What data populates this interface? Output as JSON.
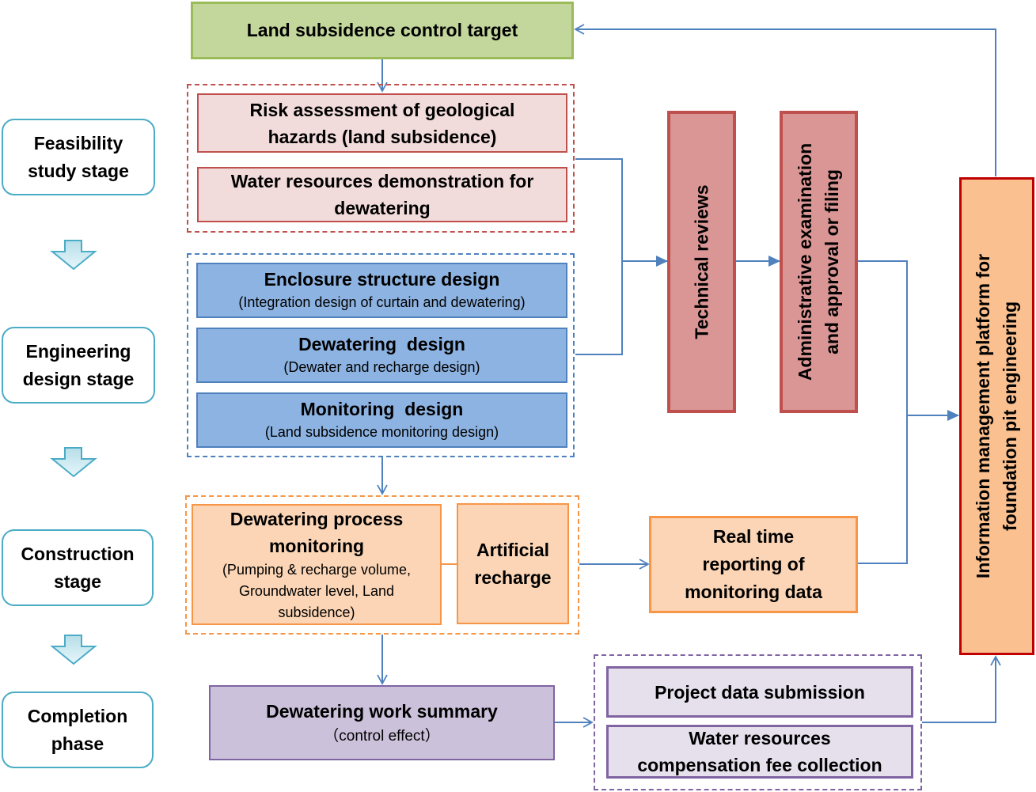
{
  "stages": [
    {
      "label_line1": "Feasibility",
      "label_line2": "study stage"
    },
    {
      "label_line1": "Engineering",
      "label_line2": "design stage"
    },
    {
      "label_line1": "Construction",
      "label_line2": "stage"
    },
    {
      "label_line1": "Completion",
      "label_line2": "phase"
    }
  ],
  "target": {
    "label": "Land subsidence control target"
  },
  "feasibility_group": {
    "items": [
      {
        "line1": "Risk assessment of geological",
        "line2": "hazards (land subsidence)"
      },
      {
        "line1": "Water resources demonstration for",
        "line2": "dewatering"
      }
    ]
  },
  "design_group": {
    "items": [
      {
        "title": "Enclosure structure design",
        "subtitle": "(Integration design of curtain and dewatering)"
      },
      {
        "title": "Dewatering  design",
        "subtitle": "(Dewater and recharge design)"
      },
      {
        "title": "Monitoring  design",
        "subtitle": "(Land subsidence monitoring design)"
      }
    ]
  },
  "construction_group": {
    "process_monitoring": {
      "title_line1": "Dewatering process",
      "title_line2": "monitoring",
      "detail_line1": "(Pumping & recharge volume,",
      "detail_line2": "Groundwater level, Land",
      "detail_line3": "subsidence)"
    },
    "artificial_recharge": {
      "line1": "Artificial",
      "line2": "recharge"
    }
  },
  "reviews": {
    "technical": {
      "label": "Technical reviews"
    },
    "administrative": {
      "line1": "Administrative examination",
      "line2": "and approval or filing"
    }
  },
  "real_time": {
    "line1": "Real time",
    "line2": "reporting of",
    "line3": "monitoring data"
  },
  "platform": {
    "line1": "Information management platform for",
    "line2": "foundation pit engineering"
  },
  "completion": {
    "summary": {
      "title": "Dewatering work summary",
      "subtitle": "（control effect）"
    },
    "items": [
      {
        "line1": "Project data submission"
      },
      {
        "line1": "Water resources",
        "line2": "compensation fee collection"
      }
    ]
  },
  "colors": {
    "connector": "#4f81bd",
    "stage_border": "#4bacc6",
    "target_fill": "#c3d69b",
    "red_fill": "#f2dcdb",
    "blue_fill": "#8db3e2",
    "orange_fill": "#fbd5b5",
    "review_fill": "#da9694",
    "platform_fill": "#fac090",
    "purple_fill": "#ccc1da"
  }
}
